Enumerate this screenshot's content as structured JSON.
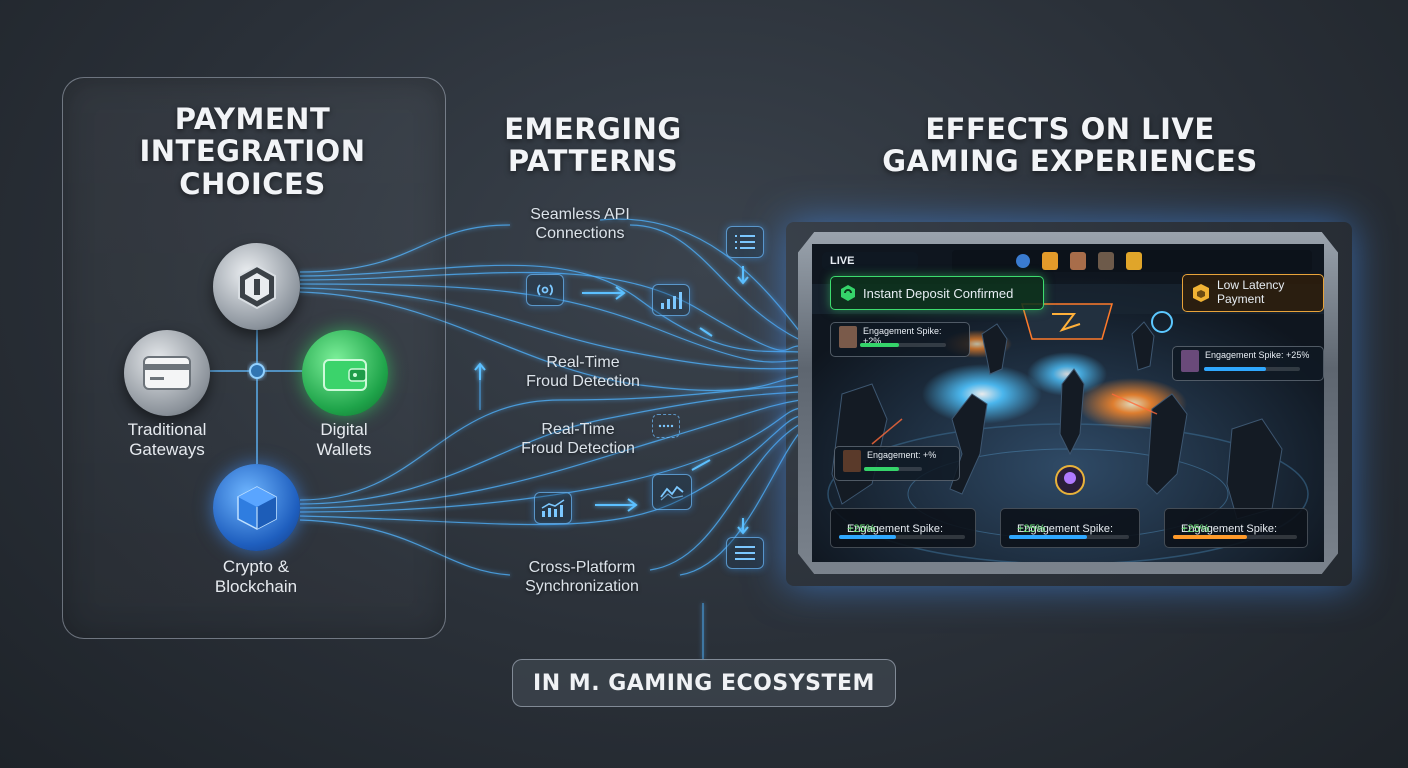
{
  "headings": {
    "left": "PAYMENT\nINTEGRATION\nCHOICES",
    "middle": "EMERGING\nPATTERNS",
    "right": "EFFECTS ON LIVE\nGAMING EXPERIENCES"
  },
  "nodes": [
    {
      "id": "hub",
      "icon": "hexagon-hub-icon",
      "label": ""
    },
    {
      "id": "traditional",
      "icon": "credit-card-icon",
      "label": "Traditional\nGateways"
    },
    {
      "id": "wallets",
      "icon": "wallet-icon",
      "label": "Digital\nWallets"
    },
    {
      "id": "crypto",
      "icon": "blockchain-cube-icon",
      "label": "Crypto &\nBlockchain"
    }
  ],
  "patterns": [
    "Seamless API\nConnections",
    "Real-Time\nFroud Detection",
    "Real-Time\nFroud Detection",
    "Cross-Platform\nSynchronization"
  ],
  "screen": {
    "live_label": "LIVE",
    "deposit_badge": "Instant Deposit Confirmed",
    "latency_badge": "Low Latency\nPayment",
    "spike_small_1": "Engagement Spike: +2%",
    "spike_small_2": "Engagement Spike: +25%",
    "spike_small_3": "Engagement: +%",
    "stat_prefix": "Engagement Spike: ",
    "stat_value": "+25%",
    "fill_levels": [
      0.45,
      0.65,
      0.6
    ],
    "colors": {
      "green": "#35d46a",
      "blue": "#2fa8ff",
      "orange": "#ff9a2a"
    }
  },
  "footer": "IN M. GAMING ECOSYSTEM"
}
